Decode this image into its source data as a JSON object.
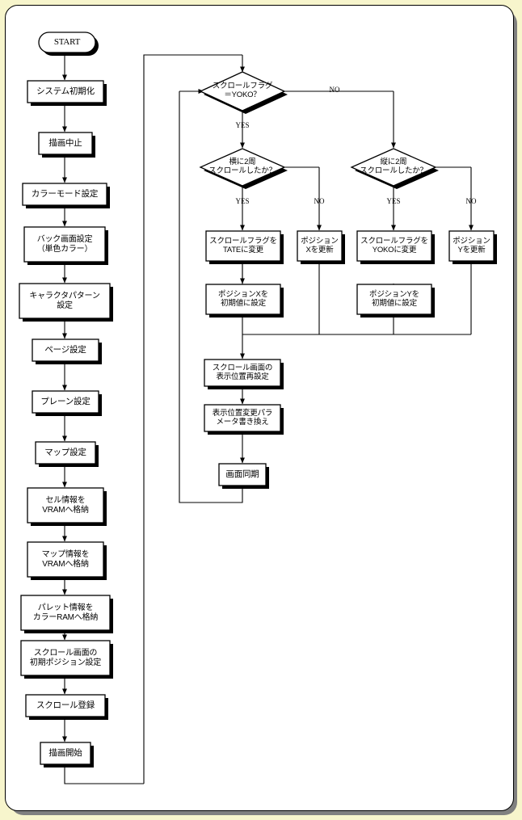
{
  "page": {
    "background_color": "#f7f5cc",
    "panel_color": "#ffffff",
    "shadow_color": "#808080",
    "line_color": "#000000",
    "node_fill": "#ffffff",
    "node_shadow": "#000000"
  },
  "flowchart": {
    "title": "",
    "start": {
      "label": "START"
    },
    "init_sequence": [
      {
        "id": "n1",
        "label": "システム初期化"
      },
      {
        "id": "n2",
        "label": "描画中止"
      },
      {
        "id": "n3",
        "label": "カラーモード設定"
      },
      {
        "id": "n4",
        "label": "バック画面設定\n（単色カラー）"
      },
      {
        "id": "n5",
        "label": "キャラクタパターン\n設定"
      },
      {
        "id": "n6",
        "label": "ページ設定"
      },
      {
        "id": "n7",
        "label": "プレーン設定"
      },
      {
        "id": "n8",
        "label": "マップ設定"
      },
      {
        "id": "n9",
        "label": "セル情報を\nVRAMへ格納"
      },
      {
        "id": "n10",
        "label": "マップ情報を\nVRAMへ格納"
      },
      {
        "id": "n11",
        "label": "パレット情報を\nカラーRAMへ格納"
      },
      {
        "id": "n12",
        "label": "スクロール画面の\n初期ポジション設定"
      },
      {
        "id": "n13",
        "label": "スクロール登録"
      },
      {
        "id": "n14",
        "label": "描画開始"
      }
    ],
    "decisions": [
      {
        "id": "d1",
        "label": "スクロールフラグ\n＝YOKO？",
        "yes": "YES",
        "no": "NO"
      },
      {
        "id": "d2",
        "label": "横に2周\nスクロールしたか？",
        "yes": "YES",
        "no": "NO"
      },
      {
        "id": "d3",
        "label": "縦に2周\nスクロールしたか？",
        "yes": "YES",
        "no": "NO"
      }
    ],
    "loop_nodes": [
      {
        "id": "p1",
        "label": "スクロールフラグを\nTATEに変更"
      },
      {
        "id": "p2",
        "label": "ポジション\nXを更新"
      },
      {
        "id": "p3",
        "label": "スクロールフラグを\nYOKOに変更"
      },
      {
        "id": "p4",
        "label": "ポジション\nYを更新"
      },
      {
        "id": "p5",
        "label": "ポジションXを\n初期値に設定"
      },
      {
        "id": "p6",
        "label": "ポジションYを\n初期値に設定"
      },
      {
        "id": "p7",
        "label": "スクロール画面の\n表示位置再設定"
      },
      {
        "id": "p8",
        "label": "表示位置変更パラ\nメータ書き換え"
      },
      {
        "id": "p9",
        "label": "画面同期"
      }
    ]
  }
}
